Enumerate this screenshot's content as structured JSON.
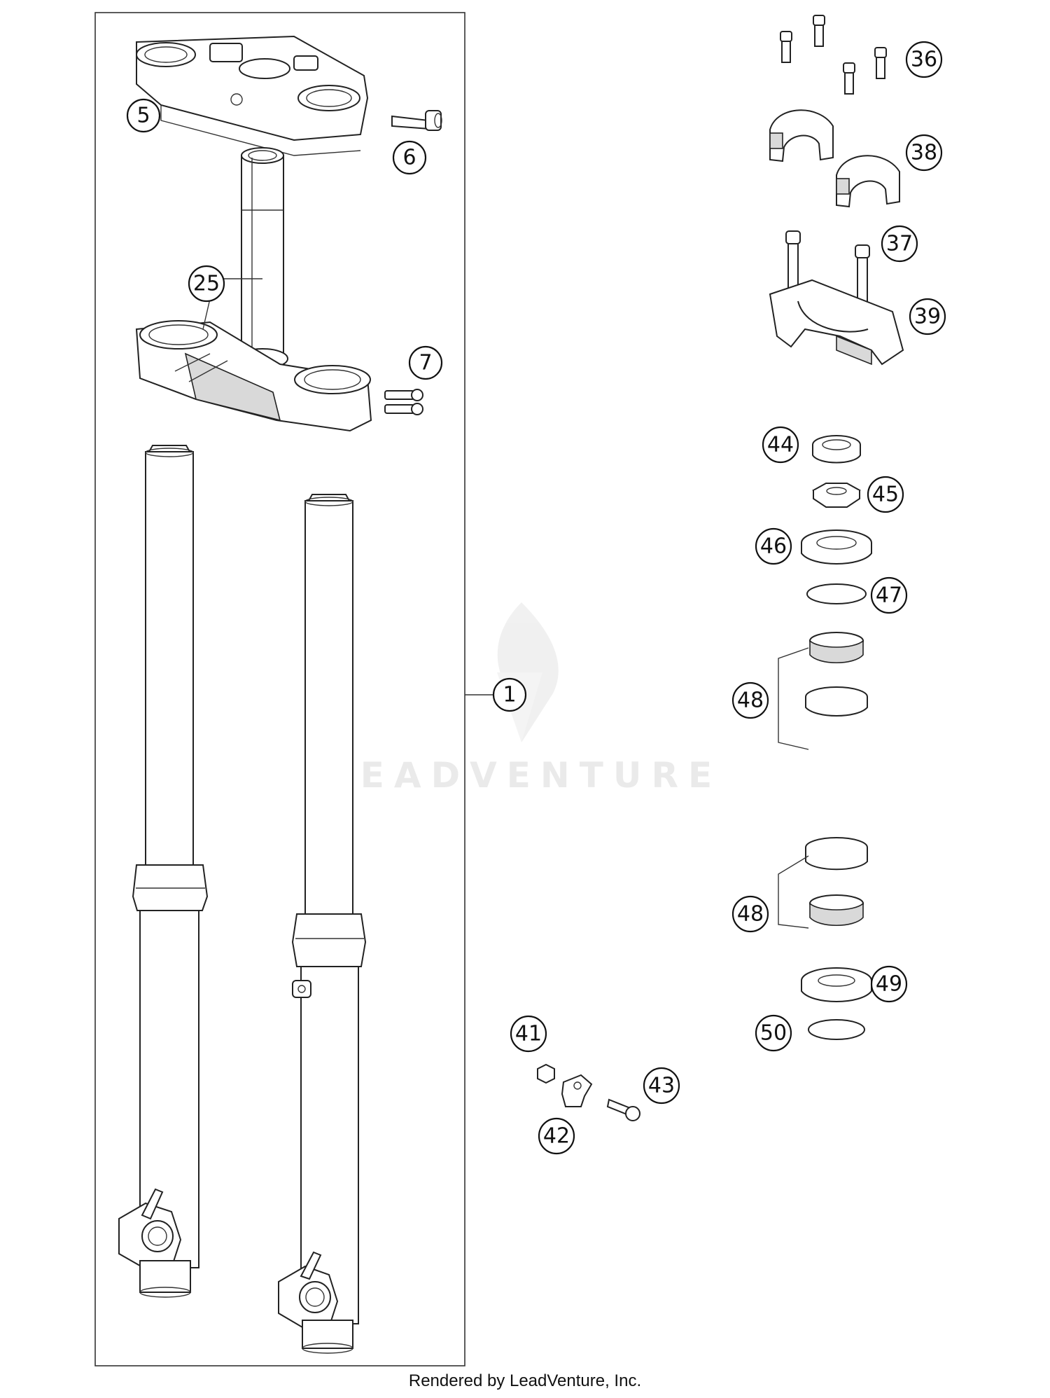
{
  "footer": "Rendered by LeadVenture, Inc.",
  "watermark": "LEADVENTURE",
  "callouts": [
    {
      "id": "c1",
      "label": "1"
    },
    {
      "id": "c5",
      "label": "5"
    },
    {
      "id": "c6",
      "label": "6"
    },
    {
      "id": "c7",
      "label": "7"
    },
    {
      "id": "c25",
      "label": "25"
    },
    {
      "id": "c36",
      "label": "36"
    },
    {
      "id": "c37",
      "label": "37"
    },
    {
      "id": "c38",
      "label": "38"
    },
    {
      "id": "c39",
      "label": "39"
    },
    {
      "id": "c41",
      "label": "41"
    },
    {
      "id": "c42",
      "label": "42"
    },
    {
      "id": "c43",
      "label": "43"
    },
    {
      "id": "c44",
      "label": "44"
    },
    {
      "id": "c45",
      "label": "45"
    },
    {
      "id": "c46",
      "label": "46"
    },
    {
      "id": "c47",
      "label": "47"
    },
    {
      "id": "c48a",
      "label": "48"
    },
    {
      "id": "c48b",
      "label": "48"
    },
    {
      "id": "c49",
      "label": "49"
    },
    {
      "id": "c50",
      "label": "50"
    }
  ]
}
